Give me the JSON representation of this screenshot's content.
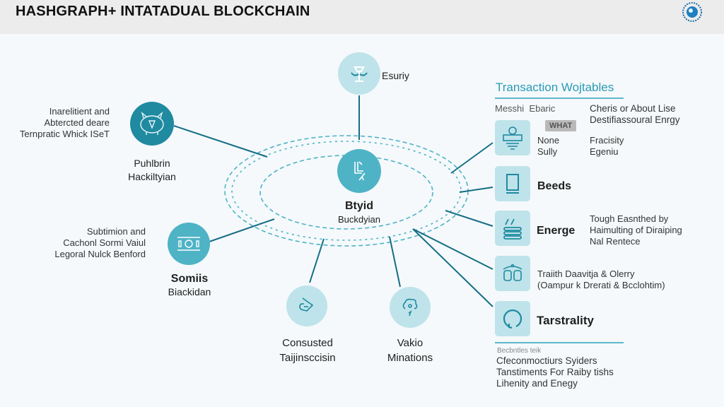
{
  "header": {
    "title": "HASHGRAPH+ INTATADUAL BLOCKCHAIN",
    "logo_icon": "globe-seal-icon"
  },
  "diagram": {
    "center": {
      "icon": "bridge-icon",
      "title": "Btyid",
      "subtitle": "Buckdyian"
    },
    "top_node": {
      "icon": "scale-icon",
      "label": "Esuriy"
    },
    "left_nodes": [
      {
        "icon": "piggy-bank-icon",
        "title": "Puhlbrin",
        "subtitle": "Hackiltyian",
        "description": [
          "Inarelitient and",
          "Abtercted deare",
          "Ternpratic Whick ISeT"
        ]
      },
      {
        "icon": "network-icon",
        "title": "Somiis",
        "subtitle": "Biackidan",
        "description": [
          "Subtimion and",
          "Cachonl Sormi Vaiul",
          "Legoral Nulck Benford"
        ]
      }
    ],
    "bottom_nodes": [
      {
        "icon": "hand-icon",
        "title": "Consusted",
        "subtitle": "Taijinsccisin"
      },
      {
        "icon": "cloud-icon",
        "title": "Vakio",
        "subtitle": "Minations"
      }
    ]
  },
  "panel": {
    "title": "Transaction Wojtables",
    "col_headers": [
      "Messhi",
      "Ebaric"
    ],
    "col_right_header": [
      "Cheris or About Lise",
      "Destifiassoural Enrgy"
    ],
    "badge": "WHAT",
    "rows": [
      {
        "icon": "tree-server-icon",
        "label_lines": [
          "None",
          "Sully"
        ],
        "right_lines": [
          "Fracisity",
          "Egeniu"
        ]
      },
      {
        "icon": "tablet-icon",
        "label": "Beeds"
      },
      {
        "icon": "energy-stack-icon",
        "label": "Energe",
        "right_lines": [
          "Tough Easnthed by",
          "Haimulting of Diraiping",
          "Nal Rentece"
        ]
      },
      {
        "icon": "devices-icon",
        "text_lines": [
          "Traiith Daavitja & Olerry",
          "(Oampur k Drerati & Bcclohtim)"
        ]
      },
      {
        "icon": "circular-arrow-icon",
        "label": "Tarstrality"
      }
    ],
    "footer": {
      "caption": "Becbntles teik",
      "lines": [
        "Cfeconmoctiurs Syiders",
        "Tanstiments For Raiby tishs",
        "Lihenity and Enegy"
      ]
    }
  },
  "colors": {
    "accent": "#1f8aa0",
    "light_teal": "#bfe3ea",
    "panel_title": "#2a9ab5",
    "line": "#156e85"
  }
}
